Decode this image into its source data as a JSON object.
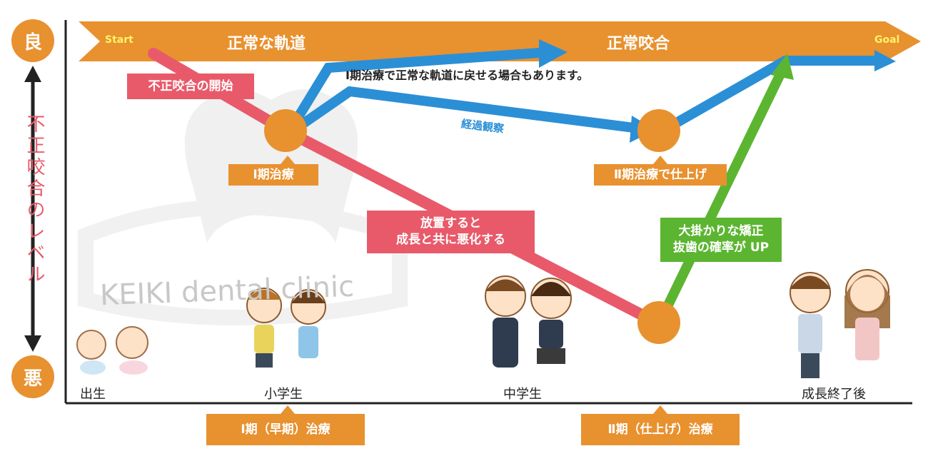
{
  "axis": {
    "good": "良",
    "bad": "悪",
    "level_label": "不正咬合のレベル"
  },
  "banner": {
    "start": "Start",
    "goal": "Goal",
    "normal_path": "正常な軌道",
    "normal_bite": "正常咬合"
  },
  "labels": {
    "onset": "不正咬合の開始",
    "phase1_node": "Ⅰ期治療",
    "phase1_note": "Ⅰ期治療で正常な軌道に戻せる場合もあります。",
    "observation": "経過観察",
    "phase2_node": "Ⅱ期治療で仕上げ",
    "worsen_line1": "放置すると",
    "worsen_line2": "成長と共に悪化する",
    "big_line1": "大掛かりな矯正",
    "big_line2": "抜歯の確率が UP",
    "watermark": "KEIKI dental clinic"
  },
  "stages": {
    "birth": "出生",
    "elementary": "小学生",
    "middle": "中学生",
    "adult": "成長終了後"
  },
  "phases": {
    "early": "Ⅰ期（早期）治療",
    "finish": "Ⅱ期（仕上げ）治療"
  },
  "colors": {
    "orange": "#e8912f",
    "pink": "#e85a6a",
    "blue": "#2b8fd6",
    "green": "#5cb531"
  }
}
